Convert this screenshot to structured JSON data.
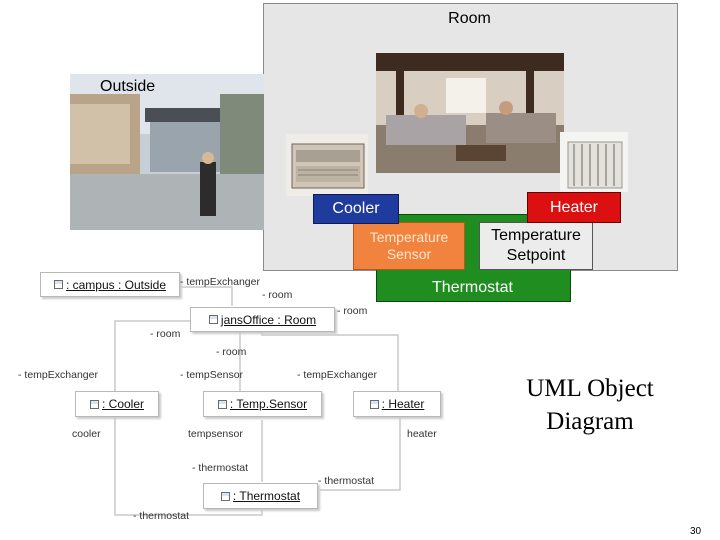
{
  "labels": {
    "room": "Room",
    "outside": "Outside",
    "cooler": "Cooler",
    "heater": "Heater",
    "temperature_sensor": "Temperature Sensor",
    "temperature_setpoint": "Temperature Setpoint",
    "thermostat": "Thermostat"
  },
  "uml": {
    "objects": {
      "campus": ": campus : Outside",
      "jans_office": "jansOffice : Room",
      "cooler": ": Cooler",
      "temp_sensor": ": Temp.Sensor",
      "heater": ": Heater",
      "thermostat": ": Thermostat"
    },
    "roles": {
      "temp_exchanger_top": "- tempExchanger",
      "room_top": "- room",
      "room_right": "- room",
      "room_left": "- room",
      "room_mid": "- room",
      "temp_exchanger_left": "- tempExchanger",
      "temp_sensor": "- tempSensor",
      "temp_exchanger_right": "- tempExchanger",
      "cooler": "cooler",
      "tempsensor": "tempsensor",
      "heater": "heater",
      "thermostat_mid": "- thermostat",
      "thermostat_right": "- thermostat",
      "thermostat_bottom": "- thermostat"
    }
  },
  "title": {
    "line1": "UML Object",
    "line2": "Diagram"
  },
  "page_number": "30",
  "colors": {
    "cooler": "#1f3b9e",
    "heater": "#dc1010",
    "thermostat": "#1f8d1f",
    "temperature_sensor": "#f2833f",
    "setpoint": "#ececec"
  }
}
